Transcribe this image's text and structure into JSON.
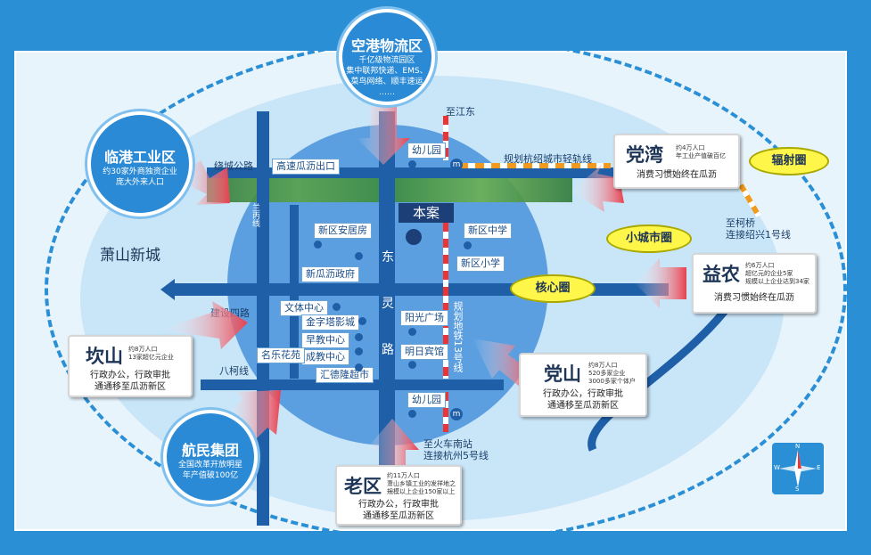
{
  "map": {
    "district_title": "萧山新城",
    "project": "本案",
    "roads": {
      "raocheng": "绕城公路",
      "gaosu_exit": "高速瓜沥出口",
      "jianshe4": "建设四路",
      "bacun": "八柯线",
      "dongling": "东灵路",
      "dongling_chars": [
        "东",
        "灵",
        "路"
      ],
      "ershi": "兰丙线",
      "to_jiangdong": "至江东",
      "light_rail": "规划杭绍城市轻轨线",
      "metro13": "规划地铁13号线",
      "to_train_south": "至火车南站",
      "metro5": "连接杭州5号线",
      "to_keqiao": "至柯桥",
      "shaoxing1": "连接绍兴1号线"
    },
    "pois": {
      "kindergarten_top": "幼儿园",
      "kindergarten_bottom": "幼儿园",
      "anju": "新区安居房",
      "gov": "新瓜沥政府",
      "mid_school": "新区中学",
      "pri_school": "新区小学",
      "culture": "文体中心",
      "tower": "金字塔影城",
      "early_edu": "早教中心",
      "adult_edu": "成教中心",
      "minglevy": "名乐花苑",
      "huide": "汇德隆超市",
      "sunplaza": "阳光广场",
      "mingri": "明日宾馆"
    },
    "rings": {
      "radiate": "辐射圈",
      "small_city": "小城市圈",
      "core": "核心圈"
    },
    "circles": {
      "airport": {
        "title": "空港物流区",
        "desc": [
          "千亿级物流园区",
          "集中联邦快递、EMS、",
          "菜鸟网络、顺丰速运",
          "……"
        ]
      },
      "lingang": {
        "title": "临港工业区",
        "desc": [
          "约30家外商独资企业",
          "庞大外来人口"
        ]
      },
      "hangmin": {
        "title": "航民集团",
        "desc": [
          "全国改革开放明星",
          "年产值破100亿"
        ]
      }
    },
    "cards": {
      "dangwan": {
        "name": "党湾",
        "small": [
          "约4万人口",
          "年工业产值破百亿"
        ],
        "lines": [
          "消费习惯始终在瓜沥"
        ]
      },
      "yinong": {
        "name": "益农",
        "small": [
          "约6万人口",
          "超亿元的企业5家",
          "规模以上企业达到34家"
        ],
        "lines": [
          "消费习惯始终在瓜沥"
        ]
      },
      "dangshan": {
        "name": "党山",
        "small": [
          "约8万人口",
          "520多家企业",
          "3000多家个体户"
        ],
        "lines": [
          "行政办公，行政审批",
          "通通移至瓜沥新区"
        ]
      },
      "kanshan": {
        "name": "坎山",
        "small": [
          "约8万人口",
          "13家超亿元企业"
        ],
        "lines": [
          "行政办公，行政审批",
          "通通移至瓜沥新区"
        ]
      },
      "laoqu": {
        "name": "老区",
        "small": [
          "约11万人口",
          "萧山乡镇工业的发祥地之一",
          "规模以上企业150家以上"
        ],
        "lines": [
          "行政办公，行政审批",
          "通通移至瓜沥新区"
        ]
      }
    },
    "compass": {
      "n": "N",
      "s": "S",
      "e": "E",
      "w": "W"
    },
    "colors": {
      "frame": "#2a8fd4",
      "core": "#5b9fe0",
      "road": "#1f5fa8",
      "card_text": "#1d3557",
      "yellow": "#fff64a"
    }
  }
}
